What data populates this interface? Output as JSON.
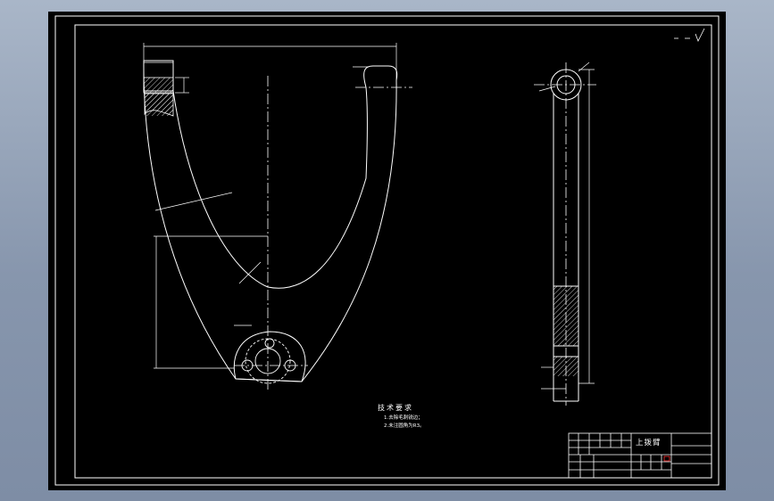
{
  "title_block": {
    "part_name": "上拨臂"
  },
  "notes": {
    "heading": "技术要求",
    "items": [
      "1.去除毛刺锐边；",
      "2.未注圆角为R3。"
    ]
  },
  "colors": {
    "background": "#000000",
    "lines": "#ffffff",
    "centerline": "#ffffff",
    "hatch": "#ffffff",
    "window": "#8b9ab0"
  }
}
